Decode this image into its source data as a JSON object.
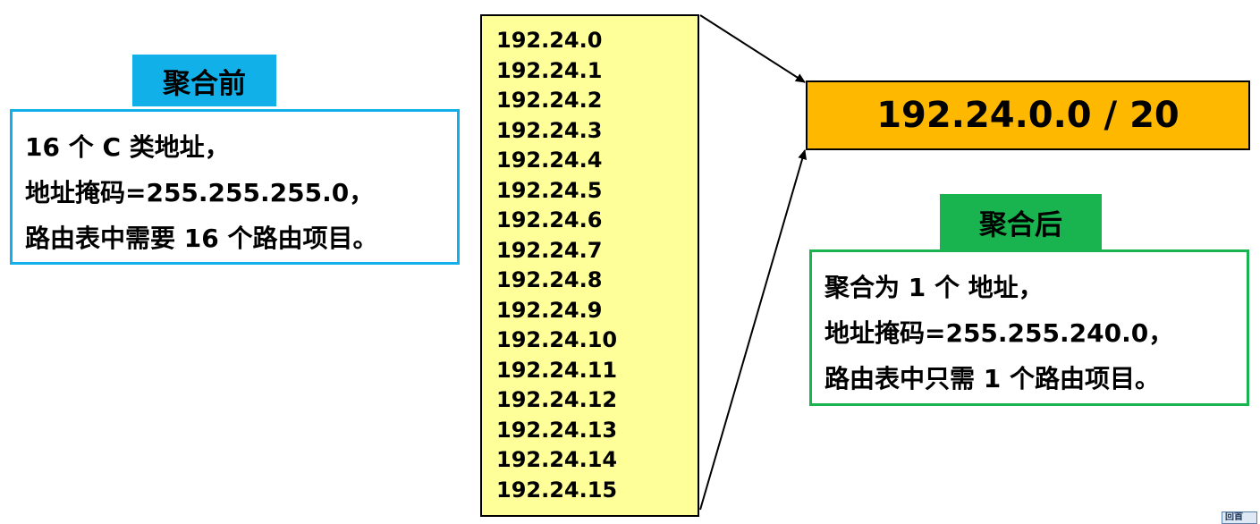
{
  "before": {
    "tag": "聚合前",
    "lines": [
      "16 个 C 类地址，",
      "地址掩码=255.255.255.0，",
      "路由表中需要 16 个路由项目。"
    ]
  },
  "addresses": [
    "192.24.0",
    "192.24.1",
    "192.24.2",
    "192.24.3",
    "192.24.4",
    "192.24.5",
    "192.24.6",
    "192.24.7",
    "192.24.8",
    "192.24.9",
    "192.24.10",
    "192.24.11",
    "192.24.12",
    "192.24.13",
    "192.24.14",
    "192.24.15"
  ],
  "result": "192.24.0.0 / 20",
  "after": {
    "tag": "聚合后",
    "lines": [
      "聚合为 1 个 地址，",
      "地址掩码=255.255.240.0，",
      "路由表中只需 1 个路由项目。"
    ]
  },
  "corner_button": "回首"
}
